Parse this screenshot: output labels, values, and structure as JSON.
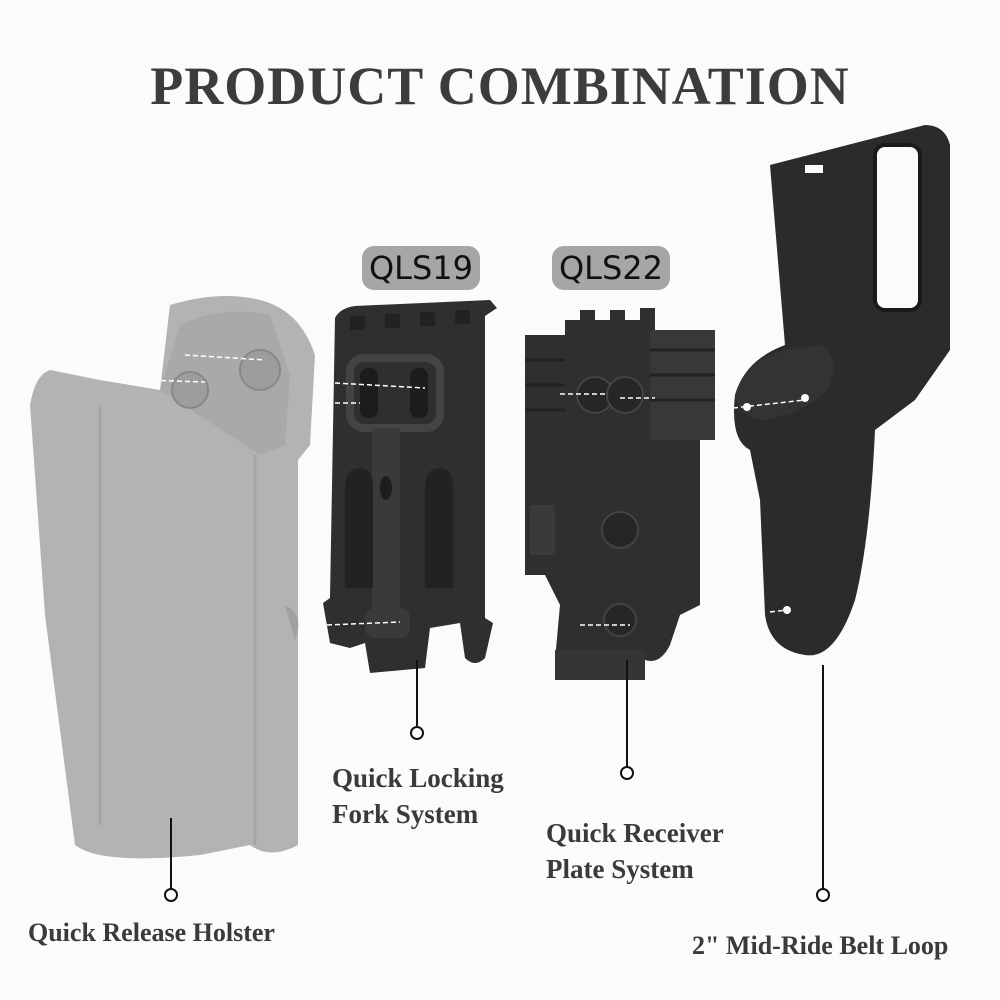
{
  "title": "PRODUCT COMBINATION",
  "badges": {
    "qls19": "QLS19",
    "qls22": "QLS22"
  },
  "components": [
    {
      "label": "Quick Release Holster",
      "color": "#b3b3b3"
    },
    {
      "label_line1": "Quick Locking",
      "label_line2": "Fork System",
      "color": "#2e2e2e"
    },
    {
      "label_line1": "Quick Receiver",
      "label_line2": "Plate System",
      "color": "#2e2e2e"
    },
    {
      "label": "2\" Mid-Ride Belt Loop",
      "color": "#2b2b2b"
    }
  ],
  "colors": {
    "background": "#fbfbfb",
    "title_text": "#3c3c3c",
    "badge_bg": "#a7a5a5",
    "product_dark": "#2e2e2e",
    "holster_gray": "#b3b3b3"
  }
}
